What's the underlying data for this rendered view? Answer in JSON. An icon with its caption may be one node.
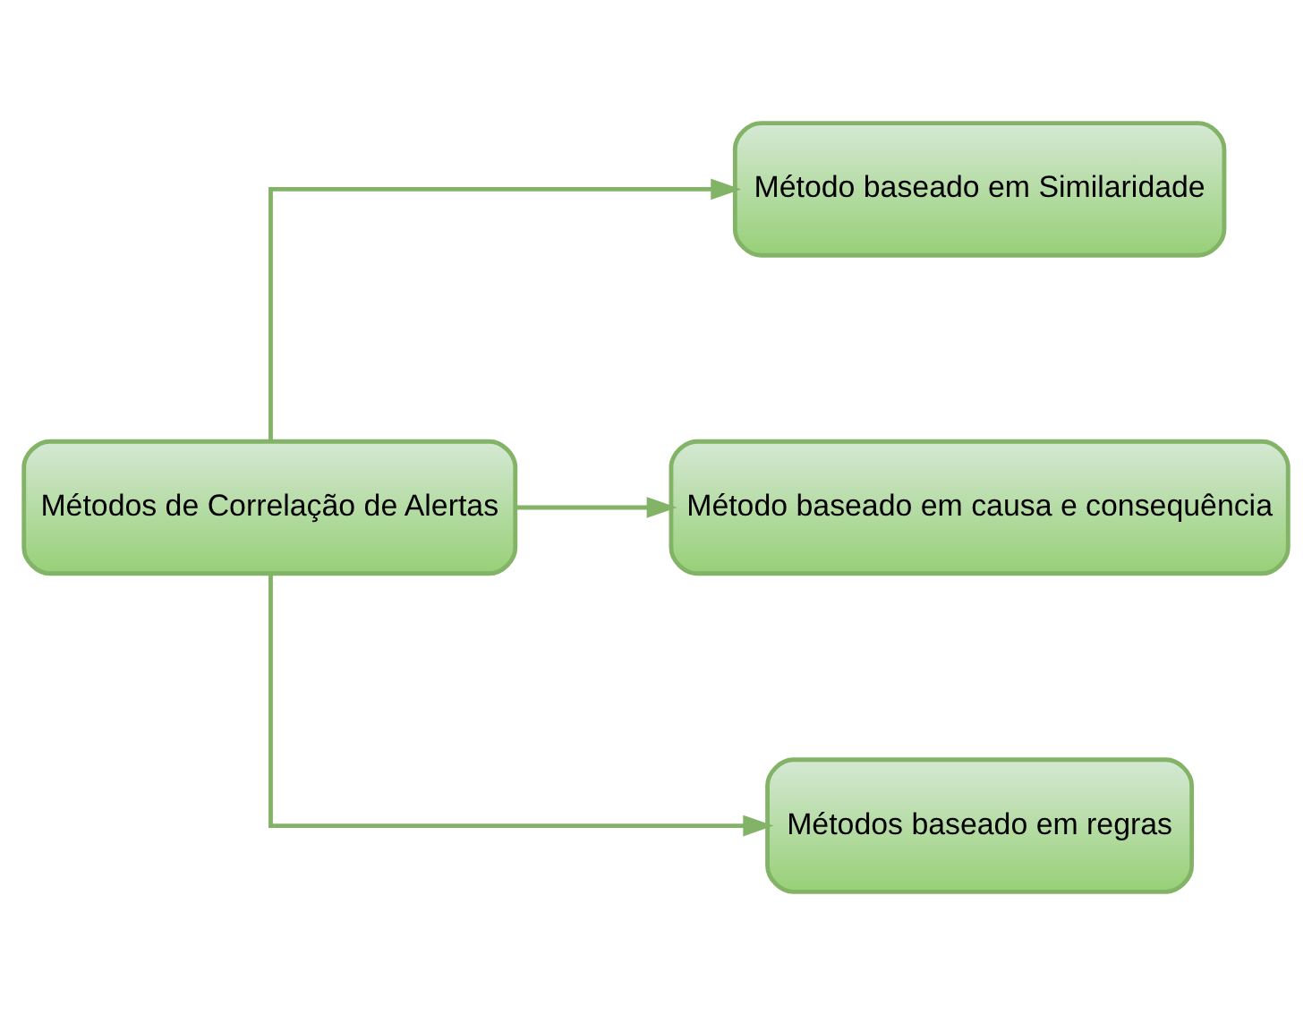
{
  "diagram": {
    "nodes": [
      {
        "text": [
          "Métodos de Correlação de Alertas"
        ]
      },
      {
        "text": [
          "Método baseado em Similaridade"
        ]
      },
      {
        "text": [
          "Método baseado em causa e consequência"
        ]
      },
      {
        "text": [
          "Métodos baseado em regras"
        ]
      }
    ],
    "edges": [
      {
        "from": 0,
        "to": 1,
        "arrow": "to"
      },
      {
        "from": 0,
        "to": 2,
        "arrow": "to"
      },
      {
        "from": 0,
        "to": 3,
        "arrow": "to"
      }
    ]
  }
}
